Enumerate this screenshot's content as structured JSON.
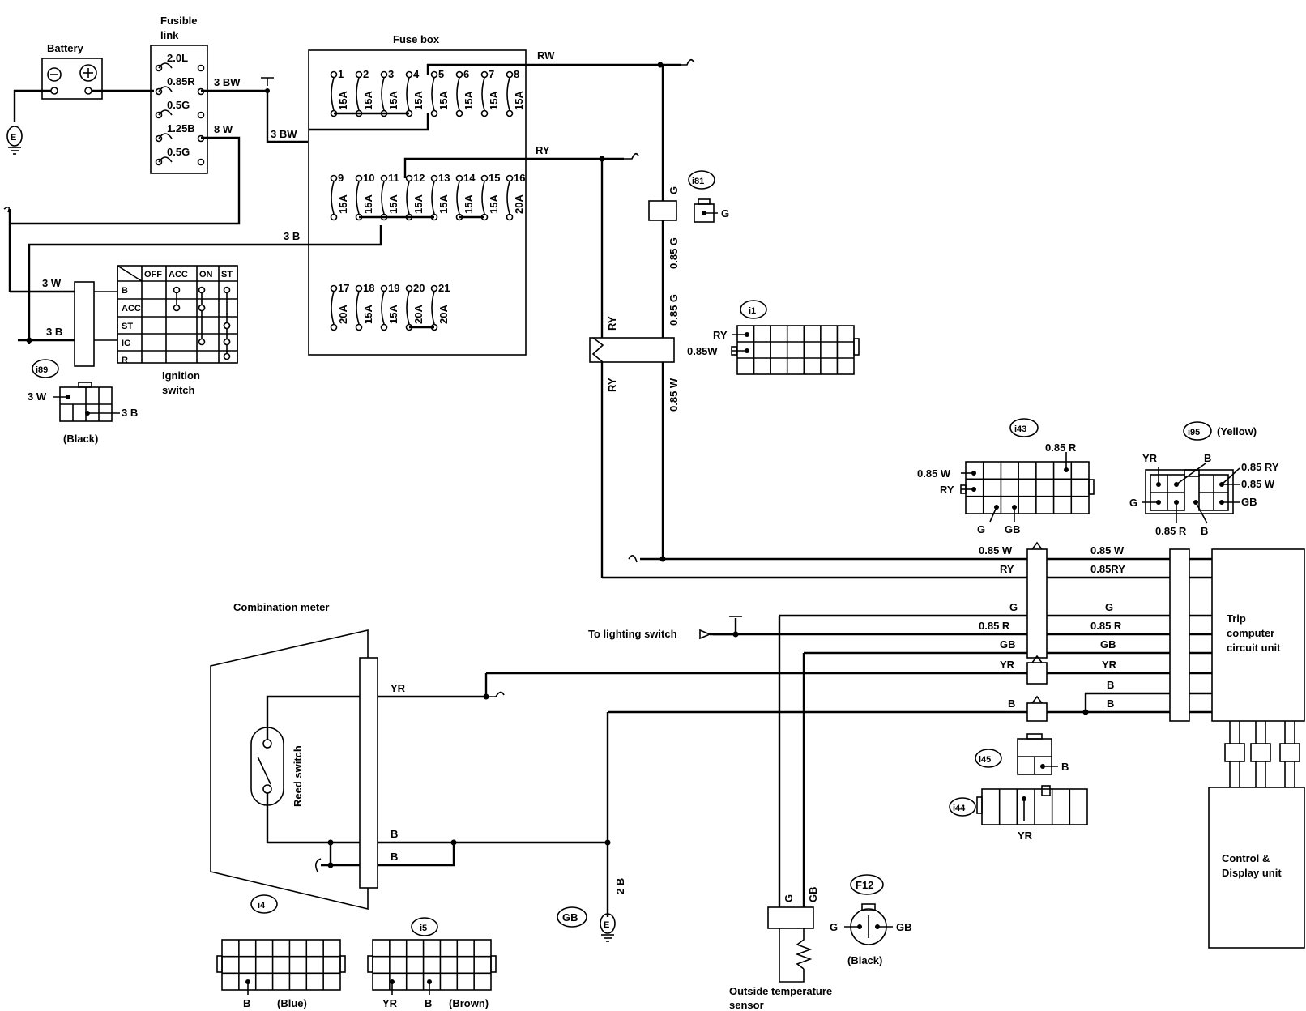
{
  "components": {
    "battery": "Battery",
    "fusible_link": "Fusible\nlink",
    "fuse_box": "Fuse box",
    "ignition_switch": "Ignition\nswitch",
    "combination_meter": "Combination meter",
    "reed_switch": "Reed switch",
    "trip_computer": "Trip\ncomputer\ncircuit unit",
    "control_display": "Control &\nDisplay unit",
    "outside_temp_sensor": "Outside temperature\nsensor",
    "to_lighting_switch": "To lighting switch"
  },
  "fusible_link_values": [
    "2.0L",
    "0.85R",
    "0.5G",
    "1.25B",
    "0.5G"
  ],
  "fuses": [
    {
      "n": "1",
      "a": "15A"
    },
    {
      "n": "2",
      "a": "15A"
    },
    {
      "n": "3",
      "a": "15A"
    },
    {
      "n": "4",
      "a": "15A"
    },
    {
      "n": "5",
      "a": "15A"
    },
    {
      "n": "6",
      "a": "15A"
    },
    {
      "n": "7",
      "a": "15A"
    },
    {
      "n": "8",
      "a": "15A"
    },
    {
      "n": "9",
      "a": "15A"
    },
    {
      "n": "10",
      "a": "15A"
    },
    {
      "n": "11",
      "a": "15A"
    },
    {
      "n": "12",
      "a": "15A"
    },
    {
      "n": "13",
      "a": "15A"
    },
    {
      "n": "14",
      "a": "15A"
    },
    {
      "n": "15",
      "a": "15A"
    },
    {
      "n": "16",
      "a": "20A"
    },
    {
      "n": "17",
      "a": "20A"
    },
    {
      "n": "18",
      "a": "15A"
    },
    {
      "n": "19",
      "a": "15A"
    },
    {
      "n": "20",
      "a": "20A"
    },
    {
      "n": "21",
      "a": "20A"
    }
  ],
  "ignition": {
    "columns": [
      "OFF",
      "ACC",
      "ON",
      "ST"
    ],
    "rows": [
      "B",
      "ACC",
      "ST",
      "IG",
      "R"
    ]
  },
  "wires": {
    "w3bw_a": "3 BW",
    "w3bw_b": "3 BW",
    "w8w": "8 W",
    "w3b": "3 B",
    "w3w": "3 W",
    "w3b_ign": "3 B",
    "rw": "RW",
    "ry_top": "RY",
    "g_v": "G",
    "g085_a": "0.85 G",
    "g085_b": "0.85 G",
    "ry_v1": "RY",
    "ry_v2": "RY",
    "w085_v": "0.85 W",
    "t_085w_l": "0.85 W",
    "t_ry_l": "RY",
    "t_g_l": "G",
    "t_085r_l": "0.85 R",
    "t_gb_l": "GB",
    "t_yr_l": "YR",
    "t_b_l": "B",
    "t_085w_r": "0.85 W",
    "t_085ry_r": "0.85RY",
    "t_g_r": "G",
    "t_085r_r": "0.85 R",
    "t_gb_r": "GB",
    "t_yr_r": "YR",
    "t_b_r1": "B",
    "t_b_r2": "B",
    "yr_meter": "YR",
    "b_meter1": "B",
    "b_meter2": "B",
    "w2b": "2 B",
    "g_sensor": "G",
    "gb_sensor": "GB"
  },
  "connectors": {
    "i81": {
      "id": "i81",
      "pins": [
        "G"
      ]
    },
    "i1": {
      "id": "i1",
      "pins": [
        "RY",
        "0.85W"
      ]
    },
    "i89": {
      "id": "i89",
      "pins": [
        "3 W",
        "3 B"
      ],
      "color": "(Black)"
    },
    "i43": {
      "id": "i43",
      "pins": [
        "0.85 W",
        "RY",
        "0.85 R",
        "G",
        "GB"
      ]
    },
    "i95": {
      "id": "i95",
      "color": "(Yellow)",
      "pins": [
        "YR",
        "B",
        "0.85 RY",
        "0.85 W",
        "G",
        "GB",
        "0.85 R",
        "B"
      ]
    },
    "i45": {
      "id": "i45",
      "pins": [
        "B"
      ]
    },
    "i44": {
      "id": "i44",
      "pins": [
        "YR"
      ]
    },
    "i4": {
      "id": "i4",
      "pins": [
        "B"
      ],
      "color": "(Blue)"
    },
    "i5": {
      "id": "i5",
      "pins": [
        "YR",
        "B"
      ],
      "color": "(Brown)"
    },
    "F12": {
      "id": "F12",
      "pins": [
        "G",
        "GB"
      ],
      "color": "(Black)"
    },
    "GB": {
      "id": "GB"
    },
    "E": {
      "id": "E"
    }
  }
}
